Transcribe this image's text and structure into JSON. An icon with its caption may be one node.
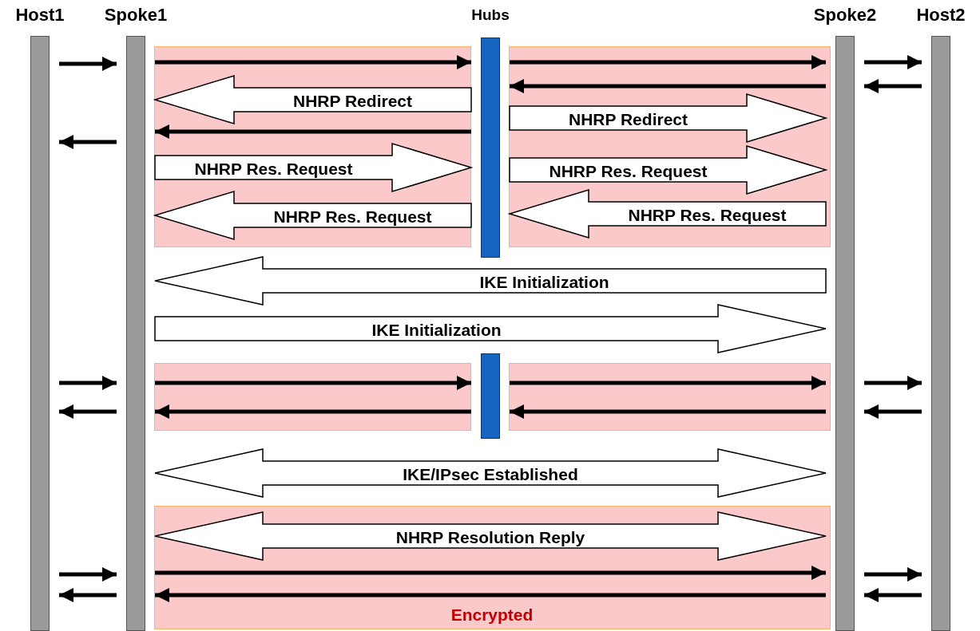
{
  "diagram": {
    "nodes": [
      {
        "text": [
          "Host1"
        ]
      },
      {
        "text": [
          "Spoke1"
        ]
      },
      {
        "text": [
          "Hubs"
        ]
      },
      {
        "text": [
          "Spoke2"
        ]
      },
      {
        "text": [
          "Host2"
        ]
      },
      {
        "text": [],
        "shape": "bar"
      }
    ],
    "labels": [
      "Encrypted"
    ],
    "edges": [
      {
        "from": 0,
        "to": 1,
        "arrow": "to"
      },
      {
        "from": 1,
        "to": 2,
        "arrow": "to"
      },
      {
        "from": 2,
        "to": 3,
        "arrow": "to"
      },
      {
        "from": 3,
        "to": 4,
        "arrow": "to"
      },
      {
        "from": 3,
        "to": 2,
        "arrow": "to"
      },
      {
        "from": 4,
        "to": 3,
        "arrow": "to"
      },
      {
        "from": 2,
        "to": 1,
        "arrow": "to",
        "label": "NHRP Redirect",
        "style": "thick"
      },
      {
        "from": 2,
        "to": 3,
        "arrow": "to",
        "label": "NHRP Redirect",
        "style": "thick"
      },
      {
        "from": 2,
        "to": 1,
        "arrow": "to"
      },
      {
        "from": 1,
        "to": 0,
        "arrow": "to"
      },
      {
        "from": 1,
        "to": 2,
        "arrow": "to",
        "label": "NHRP Res. Request",
        "style": "thick"
      },
      {
        "from": 2,
        "to": 3,
        "arrow": "to",
        "label": "NHRP Res. Request",
        "style": "thick"
      },
      {
        "from": 2,
        "to": 1,
        "arrow": "to",
        "label": "NHRP Res. Request",
        "style": "thick"
      },
      {
        "from": 3,
        "to": 2,
        "arrow": "to",
        "label": "NHRP Res. Request",
        "style": "thick"
      },
      {
        "from": 3,
        "to": 1,
        "arrow": "to",
        "label": "IKE Initialization",
        "style": "thick"
      },
      {
        "from": 1,
        "to": 3,
        "arrow": "to",
        "label": "IKE Initialization",
        "style": "thick"
      },
      {
        "from": 0,
        "to": 1,
        "arrow": "to"
      },
      {
        "from": 1,
        "to": 5,
        "arrow": "to"
      },
      {
        "from": 5,
        "to": 3,
        "arrow": "to"
      },
      {
        "from": 3,
        "to": 4,
        "arrow": "to"
      },
      {
        "from": 1,
        "to": 0,
        "arrow": "to"
      },
      {
        "from": 5,
        "to": 1,
        "arrow": "to"
      },
      {
        "from": 3,
        "to": 5,
        "arrow": "to"
      },
      {
        "from": 4,
        "to": 3,
        "arrow": "to"
      },
      {
        "from": 1,
        "to": 3,
        "arrow": "both",
        "label": "IKE/IPsec Established",
        "style": "thick"
      },
      {
        "from": 1,
        "to": 3,
        "arrow": "both",
        "label": "NHRP Resolution Reply",
        "style": "thick"
      },
      {
        "from": 0,
        "to": 1,
        "arrow": "to"
      },
      {
        "from": 1,
        "to": 3,
        "arrow": "to"
      },
      {
        "from": 3,
        "to": 4,
        "arrow": "to"
      },
      {
        "from": 4,
        "to": 3,
        "arrow": "to"
      },
      {
        "from": 3,
        "to": 1,
        "arrow": "to"
      },
      {
        "from": 1,
        "to": 0,
        "arrow": "to"
      }
    ]
  }
}
